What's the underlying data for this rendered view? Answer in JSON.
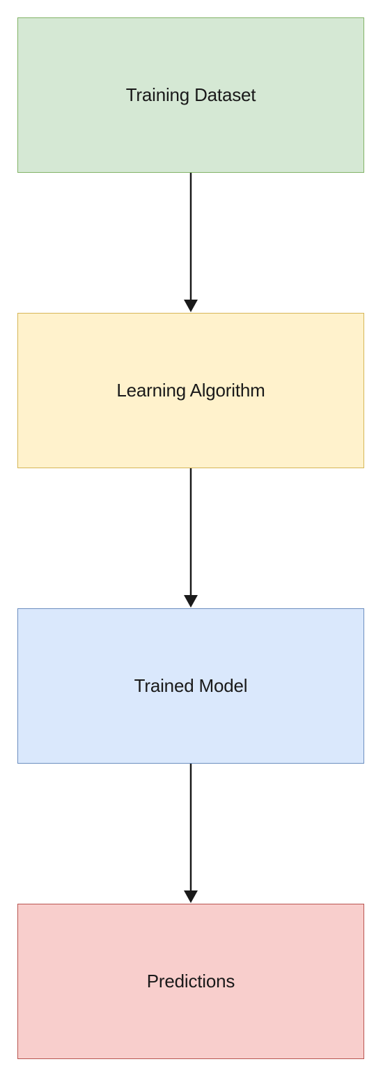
{
  "diagram": {
    "nodes": [
      {
        "id": "training-dataset",
        "label": "Training Dataset",
        "fill": "#d5e8d4",
        "stroke": "#82b366"
      },
      {
        "id": "learning-algorithm",
        "label": "Learning Algorithm",
        "fill": "#fff2cc",
        "stroke": "#d6b656"
      },
      {
        "id": "trained-model",
        "label": "Trained Model",
        "fill": "#dae8fc",
        "stroke": "#6c8ebf"
      },
      {
        "id": "predictions",
        "label": "Predictions",
        "fill": "#f8cecc",
        "stroke": "#b85450"
      }
    ],
    "edges": [
      {
        "from": "training-dataset",
        "to": "learning-algorithm"
      },
      {
        "from": "learning-algorithm",
        "to": "trained-model"
      },
      {
        "from": "trained-model",
        "to": "predictions"
      }
    ],
    "edge_color": "#1a1a1a"
  }
}
